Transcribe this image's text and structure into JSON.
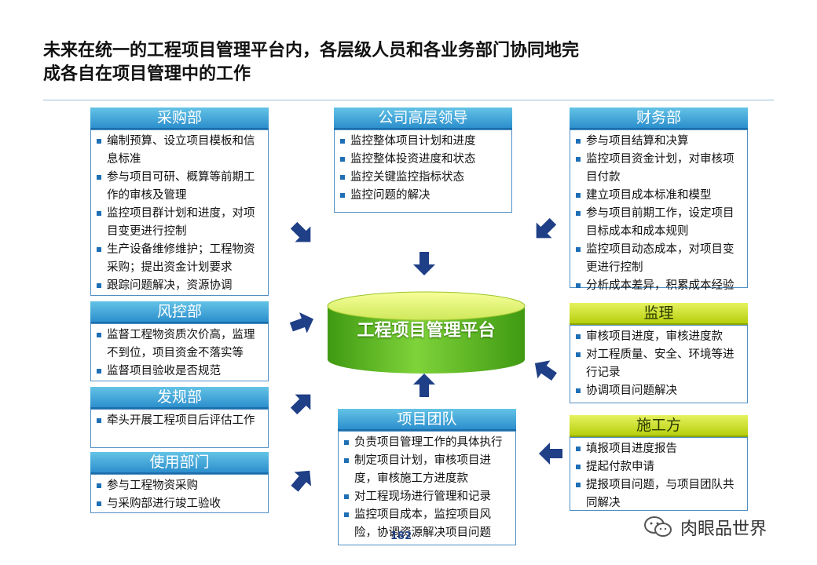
{
  "title": {
    "line1": "未来在统一的工程项目管理平台内，各层级人员和各业务部门协同地完",
    "line2": "成各自在项目管理中的工作"
  },
  "center": {
    "label": "工程项目管理平台"
  },
  "departments": {
    "procurement": {
      "name": "采购部",
      "items": [
        "编制预算、设立项目模板和信息标准",
        "参与项目可研、概算等前期工作的审核及管理",
        "监控项目群计划和进度，对项目变更进行控制",
        "生产设备维修维护；工程物资采购；提出资金计划要求",
        "跟踪问题解决，资源协调"
      ]
    },
    "risk": {
      "name": "风控部",
      "items": [
        "监督工程物资质次价高，监理不到位，项目资金不落实等",
        "监督项目验收是否规范"
      ]
    },
    "planning": {
      "name": "发规部",
      "items": [
        "牵头开展工程项目后评估工作"
      ]
    },
    "user_dept": {
      "name": "使用部门",
      "items": [
        "参与工程物资采购",
        "与采购部进行竣工验收"
      ]
    },
    "leadership": {
      "name": "公司高层领导",
      "items": [
        "监控整体项目计划和进度",
        "监控整体投资进度和状态",
        "监控关键监控指标状态",
        "监控问题的解决"
      ]
    },
    "project_team": {
      "name": "项目团队",
      "items": [
        "负责项目管理工作的具体执行",
        "制定项目计划，审核项目进度，审核施工方进度款",
        "对工程现场进行管理和记录",
        "监控项目成本，监控项目风险，协调资源解决项目问题"
      ]
    },
    "finance": {
      "name": "财务部",
      "items": [
        "参与项目结算和决算",
        "监控项目资金计划，对审核项目付款",
        "建立项目成本标准和模型",
        "参与项目前期工作，设定项目目标成本和成本规则",
        "监控项目动态成本，对项目变更进行控制",
        "分析成本差异，积累成本经验"
      ]
    },
    "supervision": {
      "name": "监理",
      "items": [
        "审核项目进度，审核进度款",
        "对工程质量、安全、环境等进行记录",
        "协调项目问题解决"
      ]
    },
    "contractor": {
      "name": "施工方",
      "items": [
        "填报项目进度报告",
        "提起付款申请",
        "提报项目问题，与项目团队共同解决"
      ]
    }
  },
  "page_number": "182",
  "watermark": {
    "text": "肉眼品世界",
    "icon": "wechat-icon"
  },
  "colors": {
    "header_blue": "#2d8fcd",
    "header_green": "#b6cf0d",
    "arrow": "#1f3f86",
    "platform_green": "#5fb81e"
  }
}
